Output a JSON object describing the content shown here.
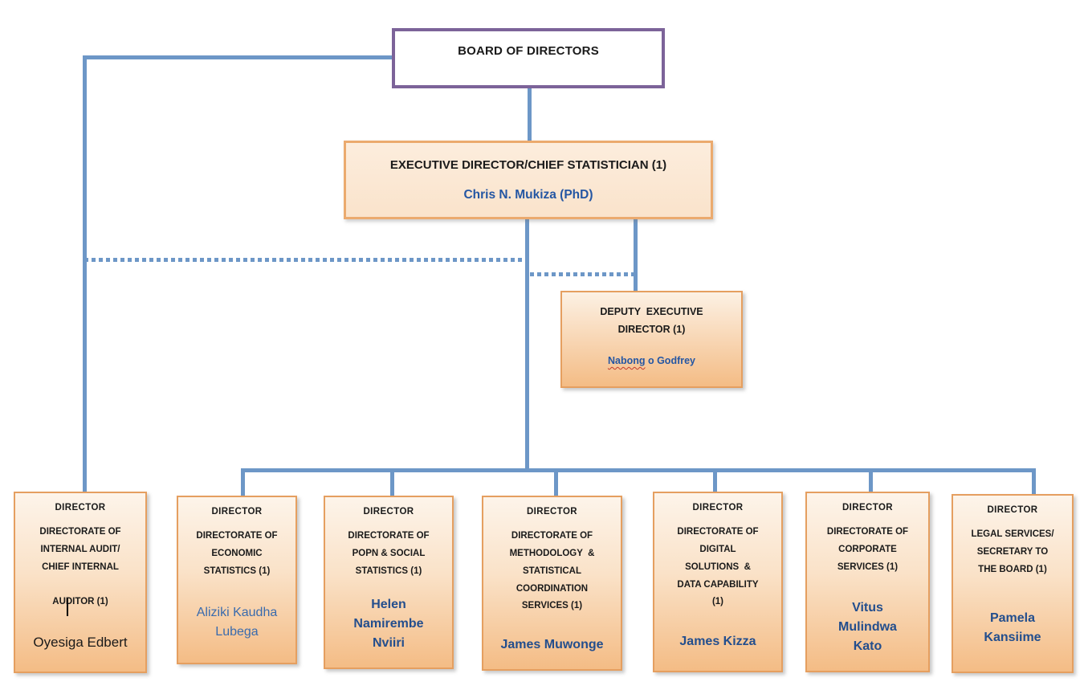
{
  "board": {
    "label": "BOARD OF DIRECTORS"
  },
  "executive": {
    "title": "EXECUTIVE DIRECTOR/CHIEF STATISTICIAN (1)",
    "name": "Chris N. Mukiza (PhD)"
  },
  "deputy": {
    "title": "DEPUTY  EXECUTIVE\nDIRECTOR (1)",
    "name_flagged": "Nabong",
    "name_rest": " o Godfrey"
  },
  "directors": [
    {
      "role": "DIRECTOR",
      "unit": "DIRECTORATE OF\nINTERNAL AUDIT/\nCHIEF INTERNAL\n\nAUDITOR (1)",
      "name": "Oyesiga Edbert"
    },
    {
      "role": "DIRECTOR",
      "unit": "DIRECTORATE OF\nECONOMIC\nSTATISTICS (1)",
      "name": "Aliziki Kaudha\nLubega"
    },
    {
      "role": "DIRECTOR",
      "unit": "DIRECTORATE OF\nPOPN & SOCIAL\nSTATISTICS (1)",
      "name": "Helen\nNamirembe\nNviiri"
    },
    {
      "role": "DIRECTOR",
      "unit": "DIRECTORATE OF\nMETHODOLOGY  &\nSTATISTICAL\nCOORDINATION\nSERVICES (1)",
      "name": "James Muwonge"
    },
    {
      "role": "DIRECTOR",
      "unit": "DIRECTORATE OF\nDIGITAL\nSOLUTIONS  &\nDATA CAPABILITY\n(1)",
      "name": "James Kizza"
    },
    {
      "role": "DIRECTOR",
      "unit": "DIRECTORATE OF\nCORPORATE\nSERVICES (1)",
      "name": "Vitus\nMulindwa\nKato"
    },
    {
      "role": "DIRECTOR",
      "unit": "LEGAL SERVICES/\nSECRETARY TO\nTHE BOARD (1)",
      "name": "Pamela\nKansiime"
    }
  ],
  "colors": {
    "connector_blue": "#6D97C7",
    "board_border_purple": "#7C6399",
    "orange_border": "#E59F60",
    "box_fill_top": "#FDF4EA",
    "box_fill_bottom": "#F4BC85",
    "name_blue": "#234E8D",
    "spellcheck_red": "#C43B2A"
  }
}
